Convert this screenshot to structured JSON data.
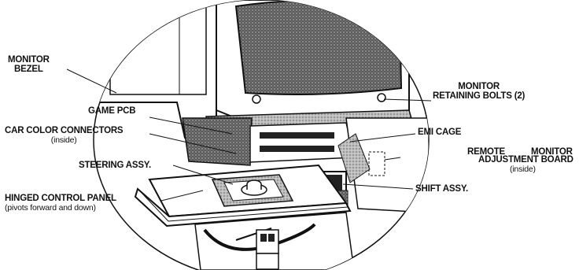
{
  "labels": {
    "monitor_bezel": {
      "line1": "MONITOR",
      "line2": "BEZEL"
    },
    "monitor_retaining_bolts": {
      "line1": "MONITOR",
      "line2": "RETAINING BOLTS (2)"
    },
    "game_pcb": "GAME PCB",
    "car_color_connectors": {
      "line1": "CAR COLOR CONNECTORS",
      "line2": "(inside)"
    },
    "emi_cage": "EMI CAGE",
    "remote_monitor_adjustment_board": {
      "word1": "REMOTE",
      "word2": "MONITOR",
      "line2": "ADJUSTMENT BOARD",
      "line3": "(inside)"
    },
    "steering_assy": "STEERING ASSY.",
    "hinged_control_panel": {
      "line1": "HINGED CONTROL PANEL",
      "line2": "(pivots forward and down)"
    },
    "shift_assy": "SHIFT ASSY."
  },
  "colors": {
    "ink": "#111111",
    "screen": "#3a3a3a",
    "shade": "#8a8a8a",
    "paper": "#ffffff"
  }
}
